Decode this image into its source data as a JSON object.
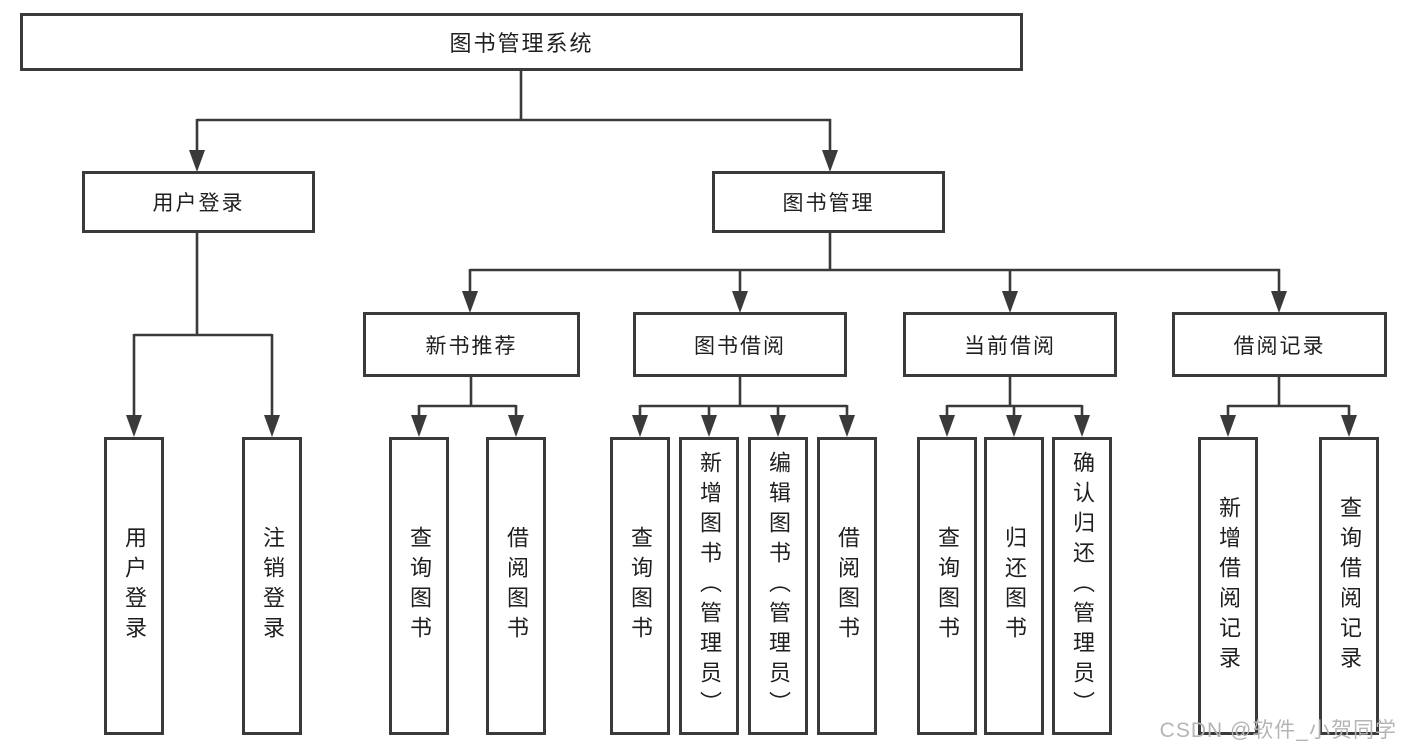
{
  "nodes": {
    "root": "图书管理系统",
    "level2": {
      "user_login": "用户登录",
      "book_mgmt": "图书管理"
    },
    "level3": {
      "new_book": "新书推荐",
      "book_borrow": "图书借阅",
      "current_borrow": "当前借阅",
      "borrow_record": "借阅记录"
    },
    "leaves": {
      "user_login": [
        "用户登录",
        "注销登录"
      ],
      "new_book": [
        "查询图书",
        "借阅图书"
      ],
      "book_borrow": [
        "查询图书",
        "新增图书（管理员）",
        "编辑图书（管理员）",
        "借阅图书"
      ],
      "current_borrow": [
        "查询图书",
        "归还图书",
        "确认归还（管理员）"
      ],
      "borrow_record": [
        "新增借阅记录",
        "查询借阅记录"
      ]
    }
  },
  "watermark": "CSDN @软件_小贺同学",
  "colors": {
    "line": "#3a3a3a",
    "text": "#1f1f1f",
    "watermark": "#b5b5b5",
    "background": "#ffffff"
  }
}
